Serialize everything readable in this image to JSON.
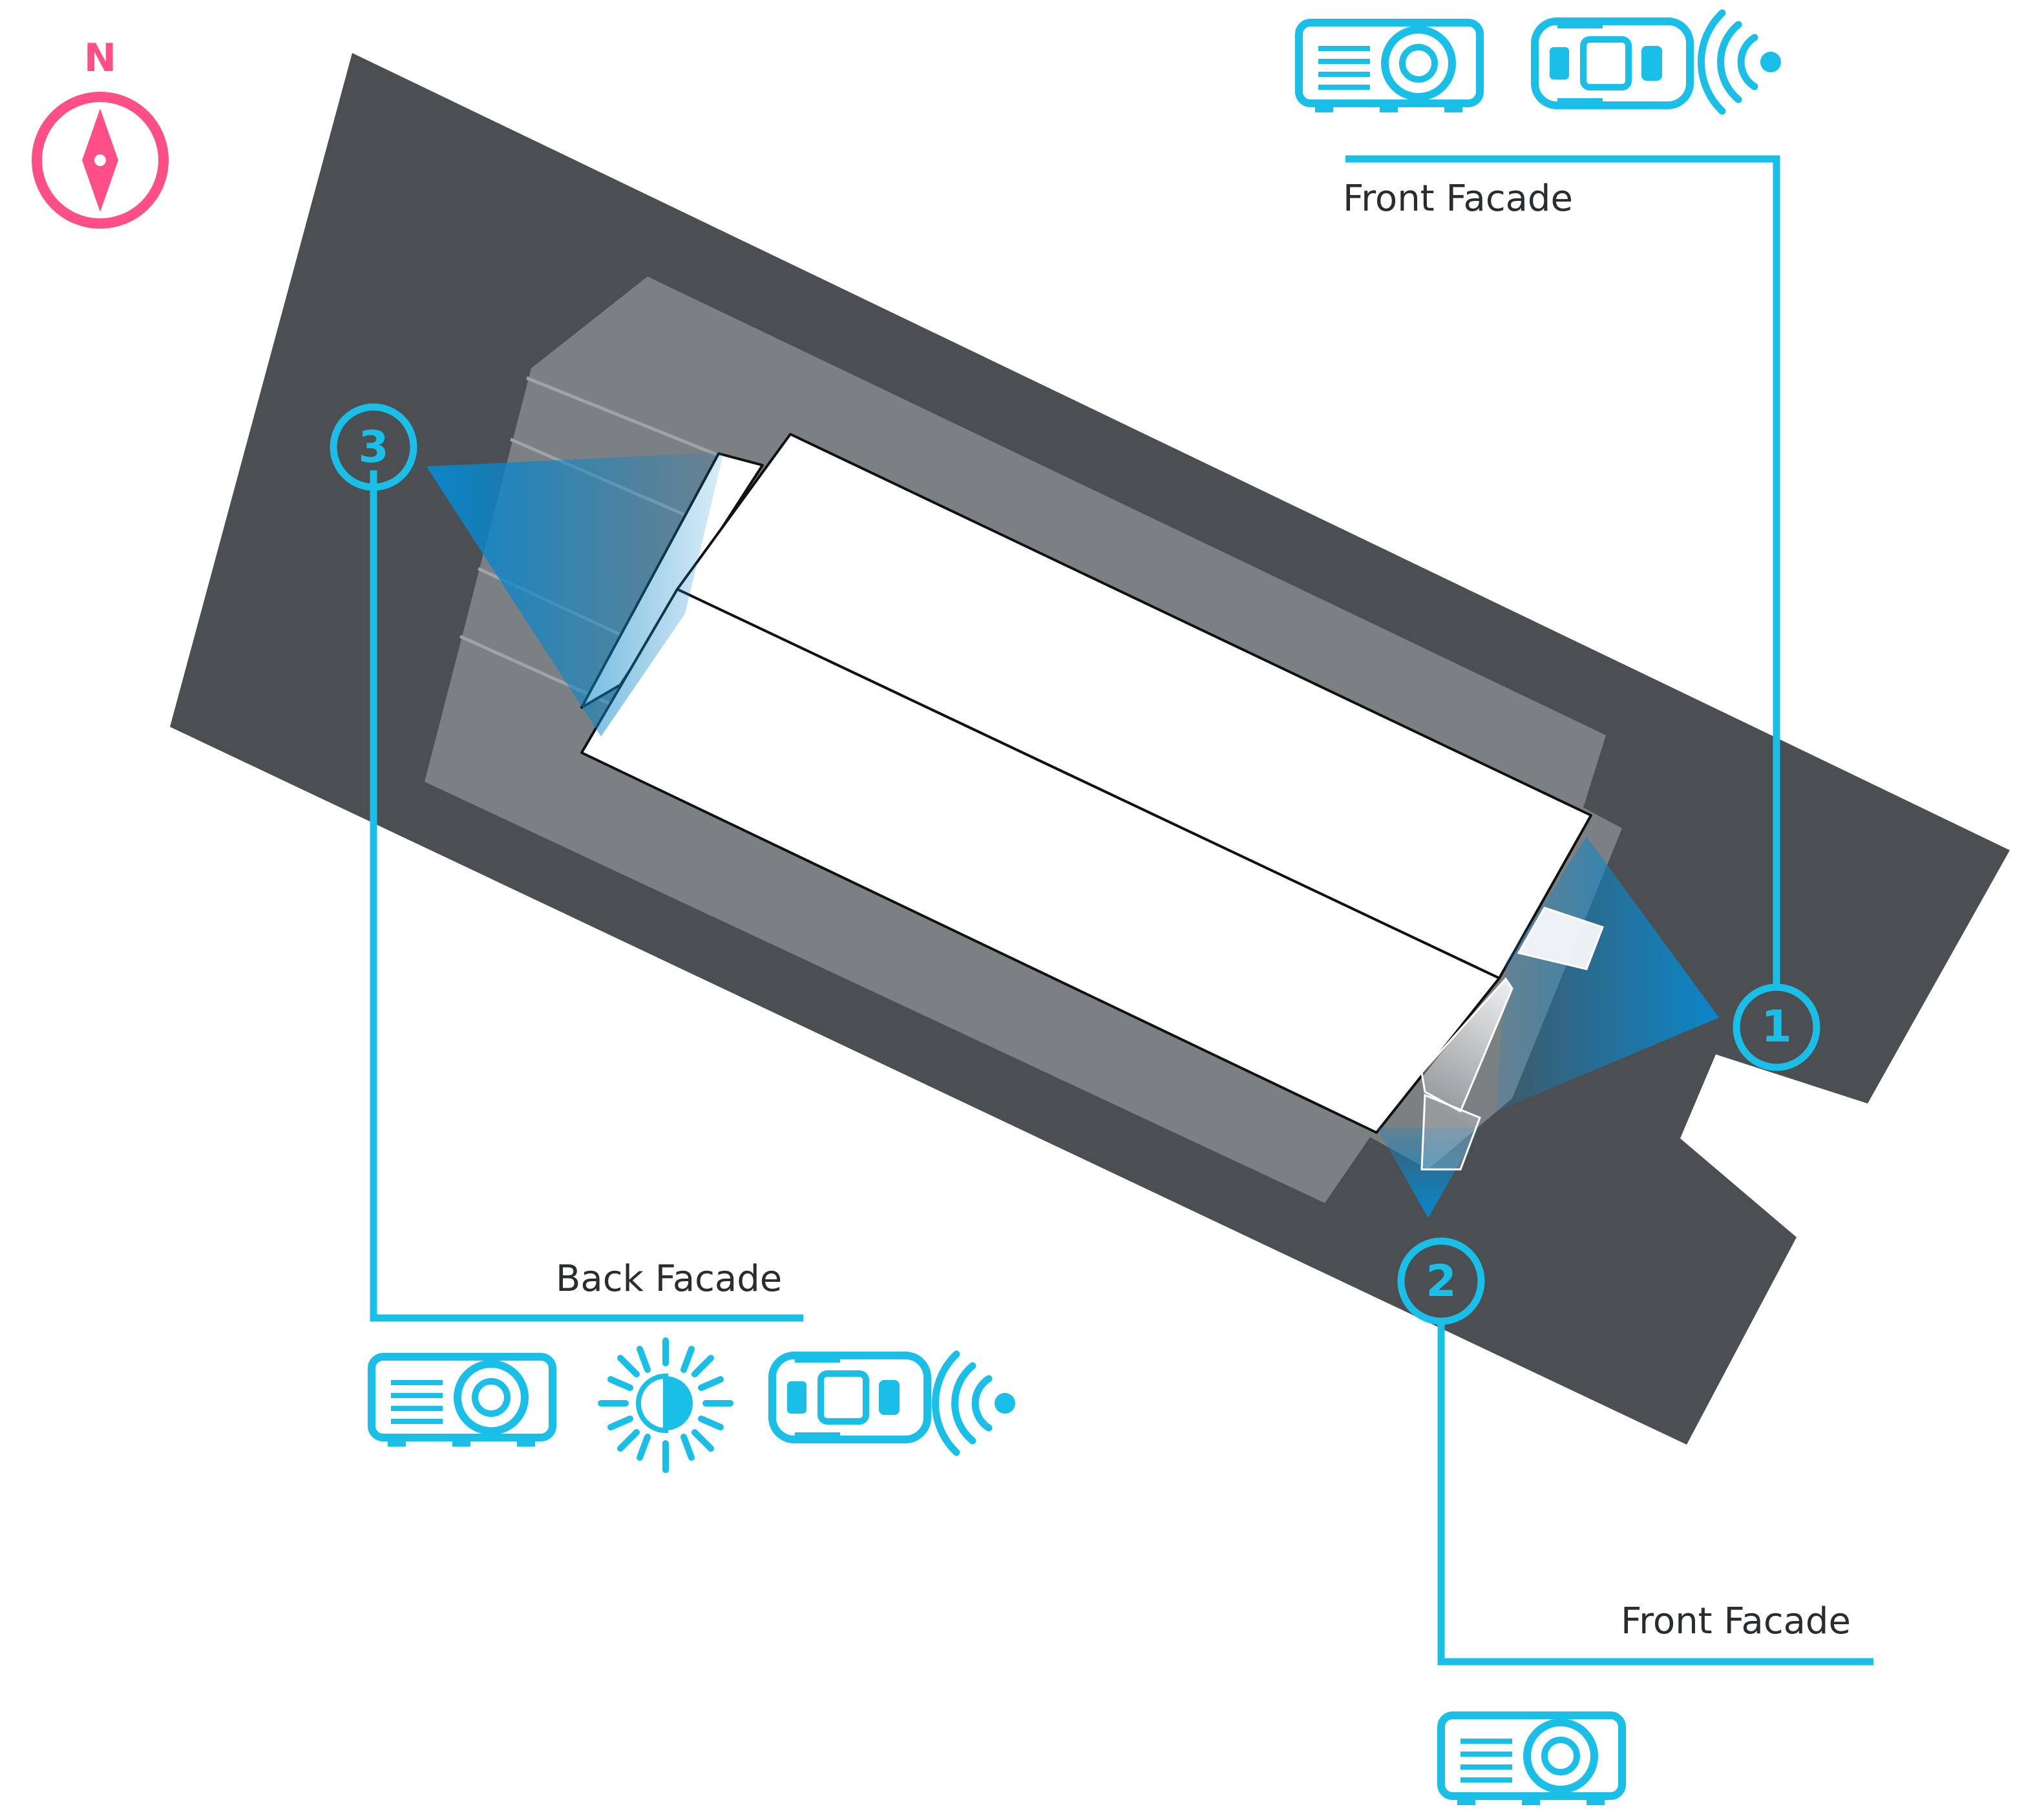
{
  "compass": {
    "label": "N",
    "color": "#ff4f86",
    "icon": "compass-icon"
  },
  "accent_color": "#19bfe6",
  "site": {
    "ground_color": "#4b4f52",
    "building_color": "#7b8083",
    "roof_color": "#ffffff"
  },
  "viewpoints": [
    {
      "number": "1",
      "label": "Front Facade",
      "icons": [
        "projector-icon",
        "car-icon",
        "wireless-signal-icon"
      ]
    },
    {
      "number": "2",
      "label": "Front Facade",
      "icons": [
        "projector-icon"
      ]
    },
    {
      "number": "3",
      "label": "Back Facade",
      "icons": [
        "projector-icon",
        "sun-icon",
        "car-icon",
        "wireless-signal-icon"
      ]
    }
  ]
}
